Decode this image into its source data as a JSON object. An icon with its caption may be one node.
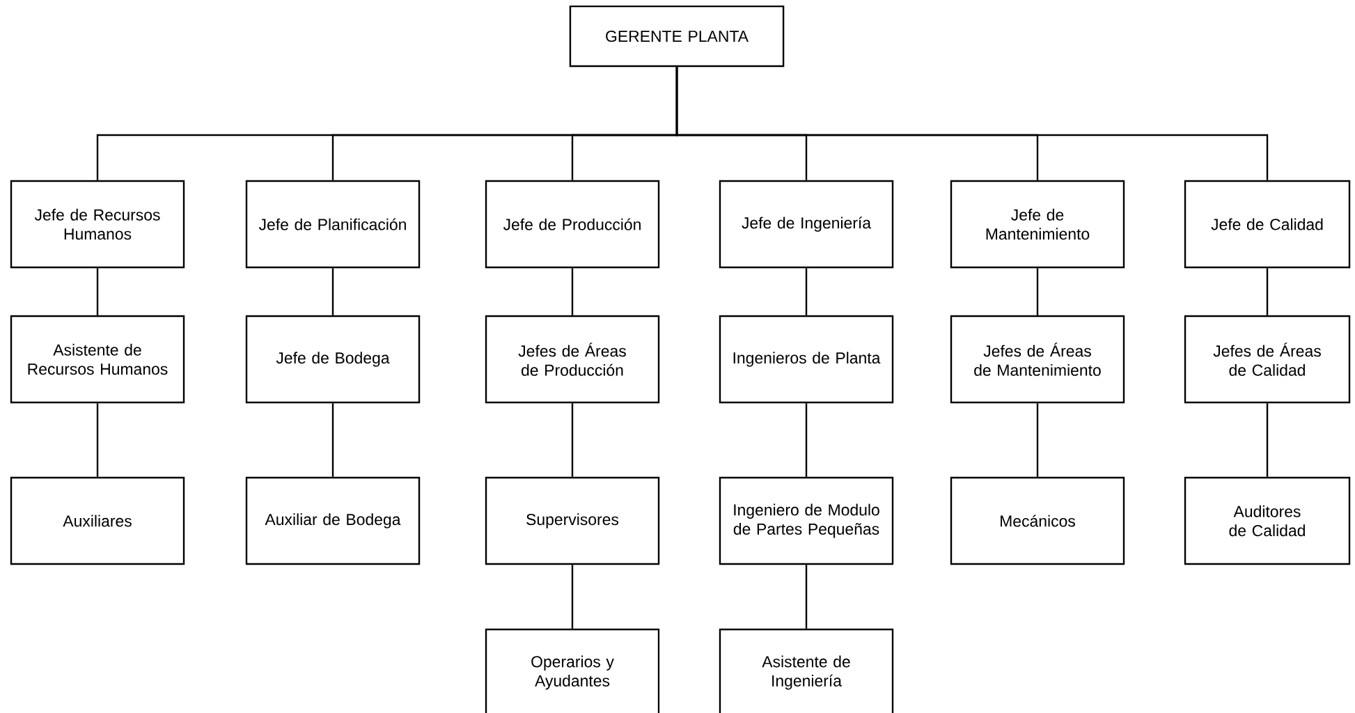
{
  "diagram": {
    "nodes": [
      {
        "text": [
          "GERENTE PLANTA"
        ]
      },
      {
        "text": [
          "Jefe de Recursos Humanos"
        ]
      },
      {
        "text": [
          "Asistente de Recursos Humanos"
        ]
      },
      {
        "text": [
          "Auxiliares"
        ]
      },
      {
        "text": [
          "Jefe de Planificación"
        ]
      },
      {
        "text": [
          "Jefe de Bodega"
        ]
      },
      {
        "text": [
          "Auxiliar de Bodega"
        ]
      },
      {
        "text": [
          "Jefe de Producción"
        ]
      },
      {
        "text": [
          "Jefes de Áreas de Producción"
        ]
      },
      {
        "text": [
          "Supervisores"
        ]
      },
      {
        "text": [
          "Operarios y Ayudantes"
        ]
      },
      {
        "text": [
          "Jefe de Ingeniería"
        ]
      },
      {
        "text": [
          "Ingenieros de Planta"
        ]
      },
      {
        "text": [
          "Ingeniero de Modulo de Partes Pequeñas"
        ]
      },
      {
        "text": [
          "Asistente de Ingeniería"
        ]
      },
      {
        "text": [
          "Jefe de Mantenimiento"
        ]
      },
      {
        "text": [
          "Jefes de Áreas de Mantenimiento"
        ]
      },
      {
        "text": [
          "Mecánicos"
        ]
      },
      {
        "text": [
          "Jefe de Calidad"
        ]
      },
      {
        "text": [
          "Jefes de Áreas de Calidad"
        ]
      },
      {
        "text": [
          "Auditores de Calidad"
        ]
      }
    ],
    "edges": [
      {
        "from": 0,
        "to": 1,
        "arrow": "none"
      },
      {
        "from": 0,
        "to": 4,
        "arrow": "none"
      },
      {
        "from": 0,
        "to": 7,
        "arrow": "none"
      },
      {
        "from": 0,
        "to": 11,
        "arrow": "none"
      },
      {
        "from": 0,
        "to": 15,
        "arrow": "none"
      },
      {
        "from": 0,
        "to": 18,
        "arrow": "none"
      },
      {
        "from": 1,
        "to": 2,
        "arrow": "none"
      },
      {
        "from": 2,
        "to": 3,
        "arrow": "none"
      },
      {
        "from": 4,
        "to": 5,
        "arrow": "none"
      },
      {
        "from": 5,
        "to": 6,
        "arrow": "none"
      },
      {
        "from": 7,
        "to": 8,
        "arrow": "none"
      },
      {
        "from": 8,
        "to": 9,
        "arrow": "none"
      },
      {
        "from": 9,
        "to": 10,
        "arrow": "none"
      },
      {
        "from": 11,
        "to": 12,
        "arrow": "none"
      },
      {
        "from": 12,
        "to": 13,
        "arrow": "none"
      },
      {
        "from": 13,
        "to": 14,
        "arrow": "none"
      },
      {
        "from": 15,
        "to": 16,
        "arrow": "none"
      },
      {
        "from": 16,
        "to": 17,
        "arrow": "none"
      },
      {
        "from": 18,
        "to": 19,
        "arrow": "none"
      },
      {
        "from": 19,
        "to": 20,
        "arrow": "none"
      }
    ]
  }
}
